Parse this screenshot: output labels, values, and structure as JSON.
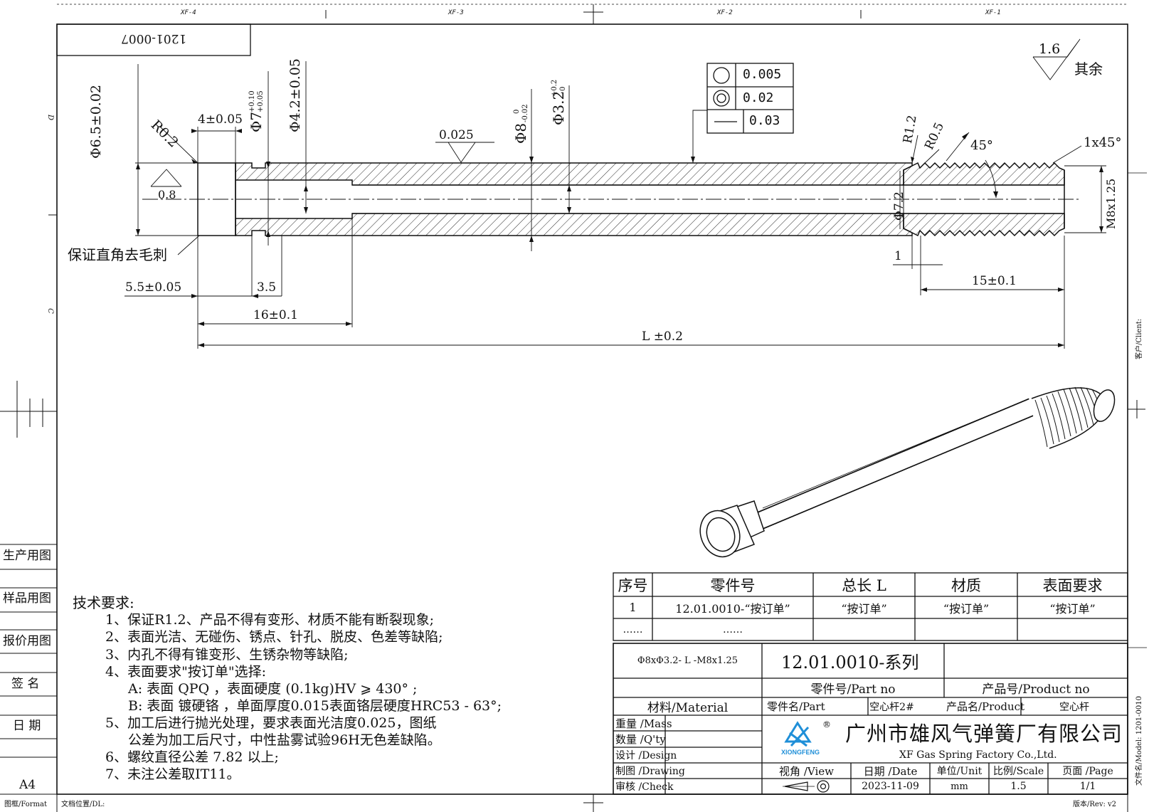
{
  "sheet": {
    "drawing_no_mirrored": "1201-0007",
    "zones": [
      "XF-4",
      "XF-3",
      "XF-2",
      "XF-1"
    ],
    "row_markers": [
      "D",
      "C"
    ],
    "left_stamps": [
      "生产用图",
      "样品用图",
      "报价用图",
      "签 名",
      "日 期"
    ],
    "format_size": "A4",
    "bottom_left_format": "图框/Format",
    "bottom_doc_location": "文档位置/DL:",
    "bottom_right_rev": "版本/Rev: v2",
    "right_client": "客户/Client:",
    "right_model": "文件名/Model: 1201-0010"
  },
  "roughness": {
    "value": "1.6",
    "rest_label": "其余"
  },
  "dims": {
    "d65": "Φ6.5±0.02",
    "r02": "R0.2",
    "len4": "4±0.05",
    "d7": "Φ7",
    "d7_tol_up": "+0.10",
    "d7_tol_lo": "+0.05",
    "d42": "Φ4.2±0.05",
    "rough_0025": "0.025",
    "d8": "Φ8",
    "d8_tol_up": "0",
    "d8_tol_lo": "-0.02",
    "d32": "Φ3.2",
    "d32_tol_up": "+0.2",
    "d32_tol_lo": "0",
    "rough_08": "0.8",
    "deburr_note": "保证直角去毛刺",
    "len55": "5.5±0.05",
    "len35": "3.5",
    "len16": "16±0.1",
    "lenL": "L ±0.2",
    "r12": "R1.2",
    "r05": "R0.5",
    "angle45": "45°",
    "chamfer": "1x45°",
    "d72": "Φ7.2",
    "thread": "M8x1.25",
    "len1": "1",
    "len15": "15±0.1"
  },
  "tolerance_frame": [
    {
      "symbol": "circularity",
      "value": "0.005"
    },
    {
      "symbol": "concentricity",
      "value": "0.02"
    },
    {
      "symbol": "straightness",
      "value": "0.03"
    }
  ],
  "tech": {
    "title": "技术要求:",
    "lines": [
      "1、保证R1.2、产品不得有变形、材质不能有断裂现象;",
      "2、表面光洁、无碰伤、锈点、针孔、脱皮、色差等缺陷;",
      "3、内孔不得有锥变形、生锈杂物等缺陷;",
      "4、表面要求\"按订单\"选择:",
      "A: 表面 QPQ ，表面硬度 (0.1kg)HV ⩾ 430° ;",
      "B: 表面 镀硬铬 ，单面厚度0.015表面铬层硬度HRC53 - 63°;",
      "5、加工后进行抛光处理，要求表面光洁度0.025，图纸",
      "公差为加工后尺寸，中性盐雾试验96H无色差缺陷。",
      "6、螺纹直径公差 7.82 以上;",
      "7、未注公差取IT11。"
    ]
  },
  "bom": {
    "headers": [
      "序号",
      "零件号",
      "总长 L",
      "材质",
      "表面要求"
    ],
    "rows": [
      [
        "1",
        "12.01.0010-“按订单”",
        "“按订单”",
        "“按订单”",
        "“按订单”"
      ],
      [
        "……",
        "……",
        "",
        "",
        ""
      ]
    ]
  },
  "title_block": {
    "spec": "Φ8xΦ3.2- L -M8x1.25",
    "series": "12.01.0010-系列",
    "part_no_label": "零件号/Part no",
    "product_no_label": "产品号/Product no",
    "material_label": "材料/Material",
    "part_name_label": "零件名/Part",
    "part_name": "空心杆2#",
    "product_name_label": "产品名/Product",
    "product_name": "空心杆",
    "mass_label": "重量 /Mass",
    "qty_label": "数量 /Q'ty",
    "design_label": "设计 /Design",
    "drawing_label": "制图 /Drawing",
    "check_label": "审核 /Check",
    "company_cn": "广州市雄风气弹簧厂有限公司",
    "company_en": "XF Gas Spring Factory Co.,Ltd.",
    "logo_text": "XIONGFENG",
    "logo_reg": "®",
    "view_label": "视角 /View",
    "date_label": "日期 /Date",
    "date": "2023-11-09",
    "unit_label": "单位/Unit",
    "unit": "mm",
    "scale_label": "比例/Scale",
    "scale": "1.5",
    "page_label": "页面 /Page",
    "page": "1/1"
  }
}
